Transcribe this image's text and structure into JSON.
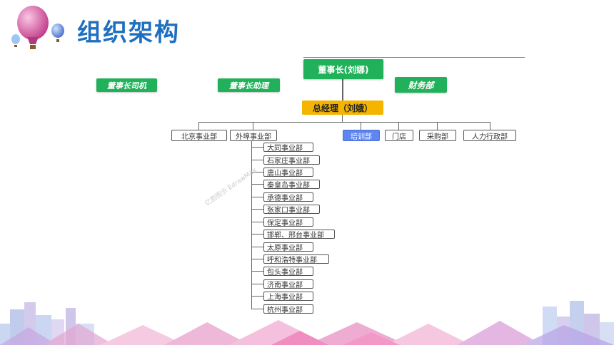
{
  "title": "组织架构",
  "chairman": "董事长(刘娜)",
  "chairman_office": "董事长司机",
  "chairman_assistant": "董事长助理",
  "finance": "财务部",
  "gm": "总经理（刘娥）",
  "departments": [
    "北京事业部",
    "外埠事业部",
    "培训部",
    "门店",
    "采购部",
    "人力行政部"
  ],
  "sub_departments": [
    "大同事业部",
    "石家庄事业部",
    "唐山事业部",
    "秦皇岛事业部",
    "承德事业部",
    "张家口事业部",
    "保定事业部",
    "邯郸、邢台事业部",
    "太原事业部",
    "呼和浩特事业部",
    "包头事业部",
    "济南事业部",
    "上海事业部",
    "杭州事业部"
  ],
  "watermark": "亿图图示 EdrawMax",
  "colors": {
    "title": "#1f6fbf",
    "green": "#21b15a",
    "yellow": "#f4b400",
    "blue": "#5f86f0"
  }
}
